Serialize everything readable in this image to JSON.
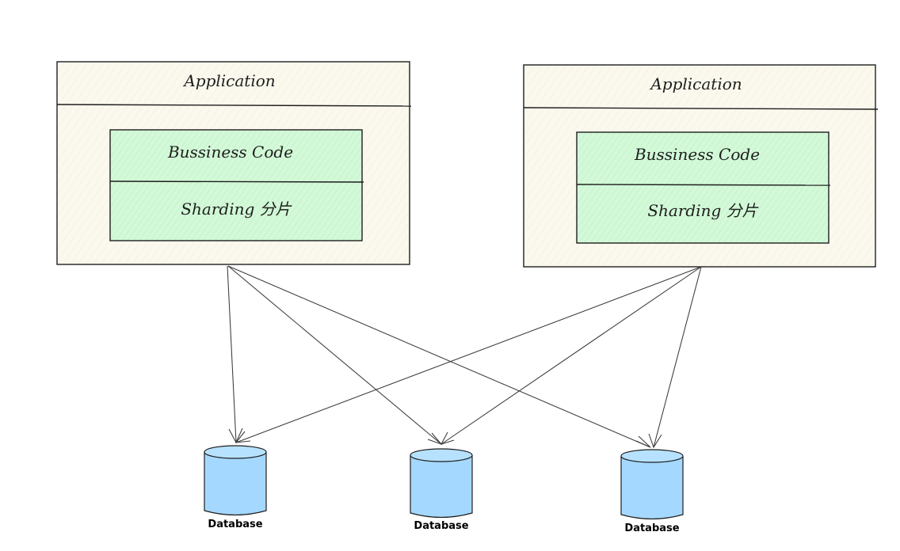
{
  "colors": {
    "application_fill": "#fbf9ee",
    "module_fill": "#d3f9d8",
    "database_fill": "#a5d8ff",
    "stroke": "#1e1e1e"
  },
  "applications": [
    {
      "title": "Application",
      "modules": [
        "Bussiness Code",
        "Sharding 分片"
      ]
    },
    {
      "title": "Application",
      "modules": [
        "Bussiness Code",
        "Sharding 分片"
      ]
    }
  ],
  "databases": [
    {
      "label": "Database",
      "icon": "database-icon"
    },
    {
      "label": "Database",
      "icon": "database-icon"
    },
    {
      "label": "Database",
      "icon": "database-icon"
    }
  ]
}
